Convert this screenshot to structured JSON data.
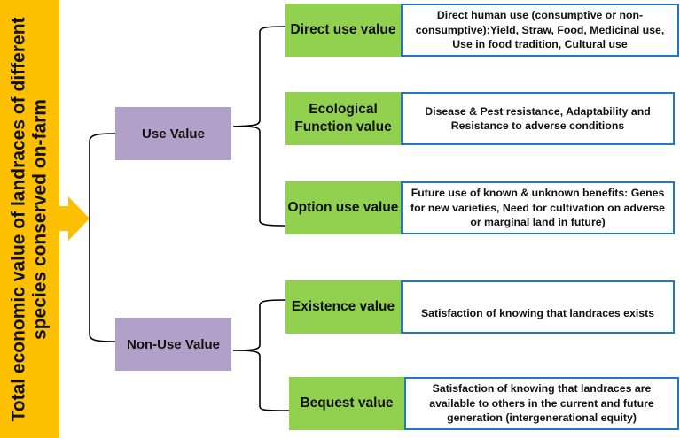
{
  "root": {
    "line1": "Total economic value of landraces  of different",
    "line2": "species conserved on-farm"
  },
  "categories": [
    {
      "label": "Use Value"
    },
    {
      "label": "Non-Use Value"
    }
  ],
  "values": [
    {
      "label": "Direct use value",
      "description": "Direct human use (consumptive or non-consumptive):Yield, Straw, Food, Medicinal use, Use in food tradition, Cultural use"
    },
    {
      "label": "Ecological Function value",
      "description": "Disease & Pest resistance, Adaptability and Resistance to adverse conditions"
    },
    {
      "label": "Option use value",
      "description": "Future use of known & unknown benefits: Genes for new varieties, Need for cultivation on adverse or marginal land in future)"
    },
    {
      "label": "Existence value",
      "description": "Satisfaction of knowing that landraces exists"
    },
    {
      "label": "Bequest value",
      "description": "Satisfaction of knowing that landraces are available to others in the current and future generation (intergenerational equity)"
    }
  ],
  "colors": {
    "root": "#fcc000",
    "category": "#b1a0c7",
    "value": "#92d050",
    "description_border": "#1f78c8"
  }
}
